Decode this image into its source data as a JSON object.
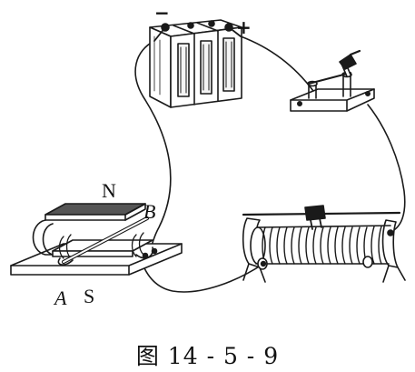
{
  "labels": {
    "pole_north": "N",
    "pole_south": "S",
    "end_a": "A",
    "end_b": "B",
    "battery_negative": "−",
    "battery_positive": "+"
  },
  "caption": "图 14 - 5 - 9"
}
